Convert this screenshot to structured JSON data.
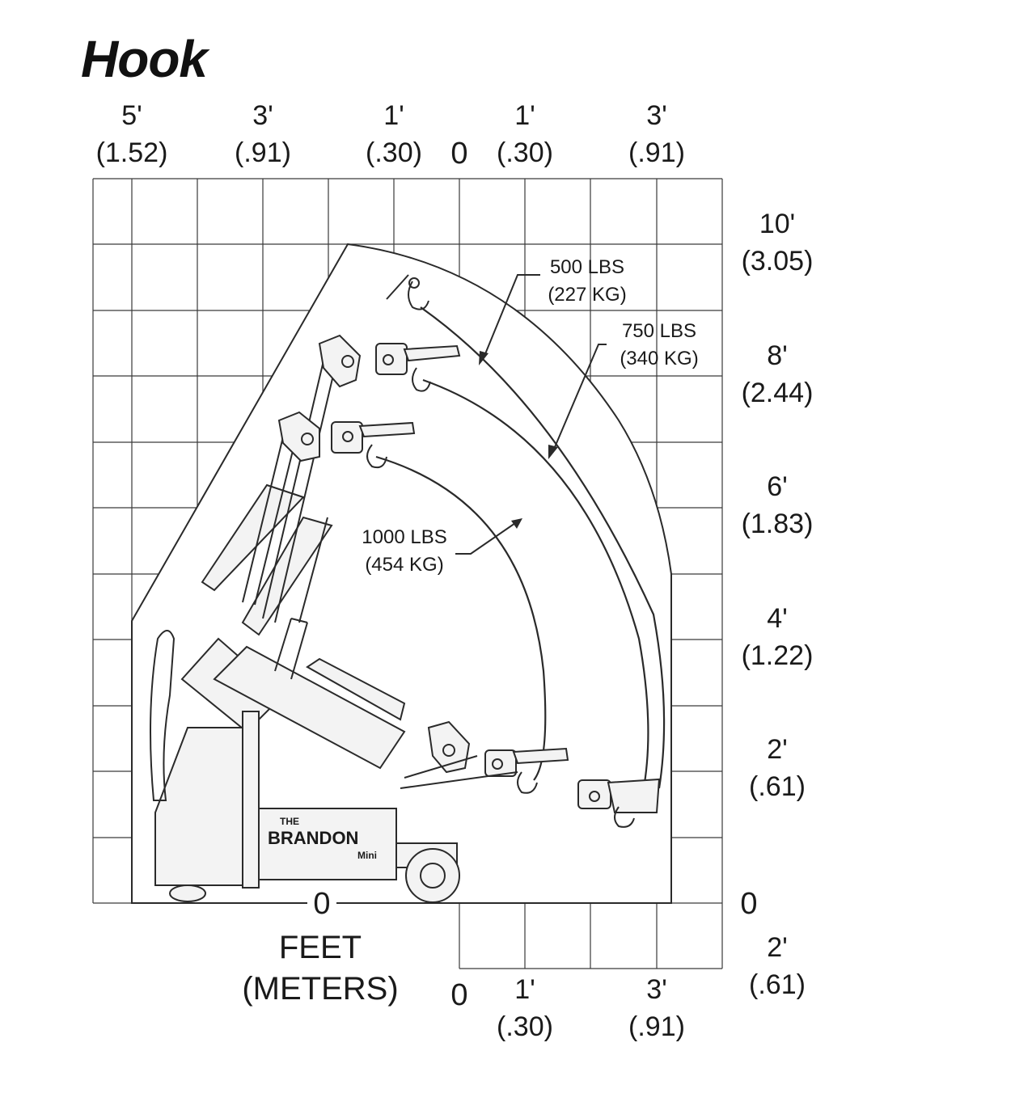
{
  "title": "Hook",
  "axes": {
    "top_ticks": [
      {
        "ft": "5'",
        "m": "(1.52)"
      },
      {
        "ft": "3'",
        "m": "(.91)"
      },
      {
        "ft": "1'",
        "m": "(.30)"
      },
      {
        "ft": "0",
        "m": ""
      },
      {
        "ft": "1'",
        "m": "(.30)"
      },
      {
        "ft": "3'",
        "m": "(.91)"
      }
    ],
    "right_ticks": [
      {
        "ft": "10'",
        "m": "(3.05)"
      },
      {
        "ft": "8'",
        "m": "(2.44)"
      },
      {
        "ft": "6'",
        "m": "(1.83)"
      },
      {
        "ft": "4'",
        "m": "(1.22)"
      },
      {
        "ft": "2'",
        "m": "(.61)"
      },
      {
        "ft": "0",
        "m": ""
      },
      {
        "ft": "2'",
        "m": "(.61)"
      }
    ],
    "bottom_ticks": [
      {
        "ft": "0",
        "m": ""
      },
      {
        "ft": "1'",
        "m": "(.30)"
      },
      {
        "ft": "3'",
        "m": "(.91)"
      }
    ],
    "origin_label": "0",
    "unit_label_1": "FEET",
    "unit_label_2": "(METERS)"
  },
  "load_zones": [
    {
      "lbs": "500 LBS",
      "kg": "(227 KG)"
    },
    {
      "lbs": "750 LBS",
      "kg": "(340 KG)"
    },
    {
      "lbs": "1000 LBS",
      "kg": "(454 KG)"
    }
  ],
  "machine": {
    "brand_top": "THE",
    "brand_name": "BRANDON",
    "brand_sub": "Mini"
  }
}
